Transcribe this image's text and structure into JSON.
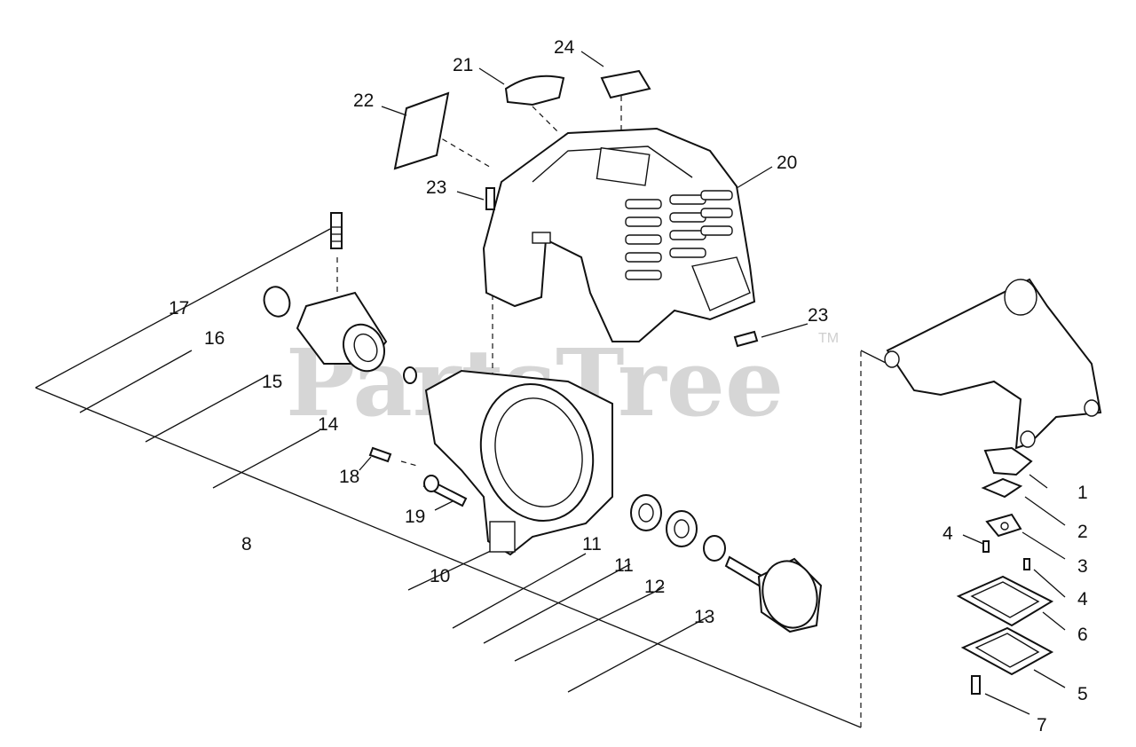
{
  "watermark": {
    "text": "PartsTree",
    "trademark": "TM"
  },
  "callouts": {
    "c1": "1",
    "c2": "2",
    "c3": "3",
    "c4a": "4",
    "c4b": "4",
    "c5": "5",
    "c6": "6",
    "c7": "7",
    "c8": "8",
    "c10": "10",
    "c11a": "11",
    "c11b": "11",
    "c12": "12",
    "c13": "13",
    "c14": "14",
    "c15": "15",
    "c16": "16",
    "c17": "17",
    "c18": "18",
    "c19": "19",
    "c20": "20",
    "c21": "21",
    "c22": "22",
    "c23a": "23",
    "c23b": "23",
    "c24": "24"
  }
}
